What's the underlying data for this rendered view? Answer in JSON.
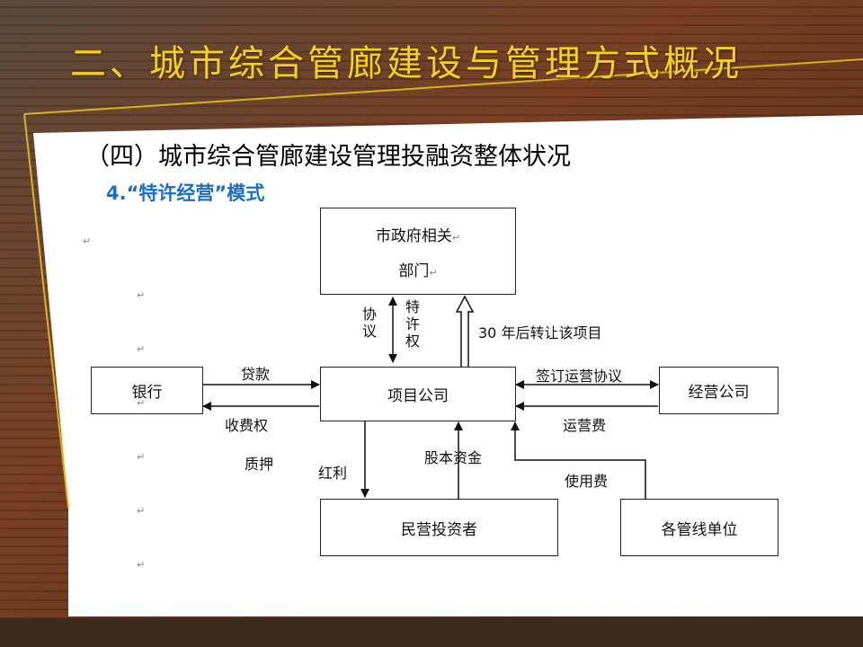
{
  "slide": {
    "title": "二、城市综合管廊建设与管理方式概况",
    "subtitle": "（四）城市综合管廊建设管理投融资整体状况",
    "section": "4.“特许经营”模式"
  },
  "diagram": {
    "nodes": {
      "government_line1": "市政府相关",
      "government_line2": "部门",
      "project_company": "项目公司",
      "bank": "银行",
      "operator": "经营公司",
      "private_investor": "民营投资者",
      "pipeline_units": "各管线单位"
    },
    "edges": {
      "agreement": "协议",
      "franchise": "特许权",
      "transfer": "30 年后转让该项目",
      "loan": "贷款",
      "toll_right": "收费权",
      "pledge": "质押",
      "operation_agreement": "签订运营协议",
      "operation_fee": "运营费",
      "dividend": "红利",
      "equity": "股本资金",
      "usage_fee": "使用费"
    },
    "para_mark": "↵"
  },
  "colors": {
    "title": "#f5d21a",
    "section": "#1a6fc0",
    "frame": "#d9b21e",
    "background": "#6b3a22"
  }
}
